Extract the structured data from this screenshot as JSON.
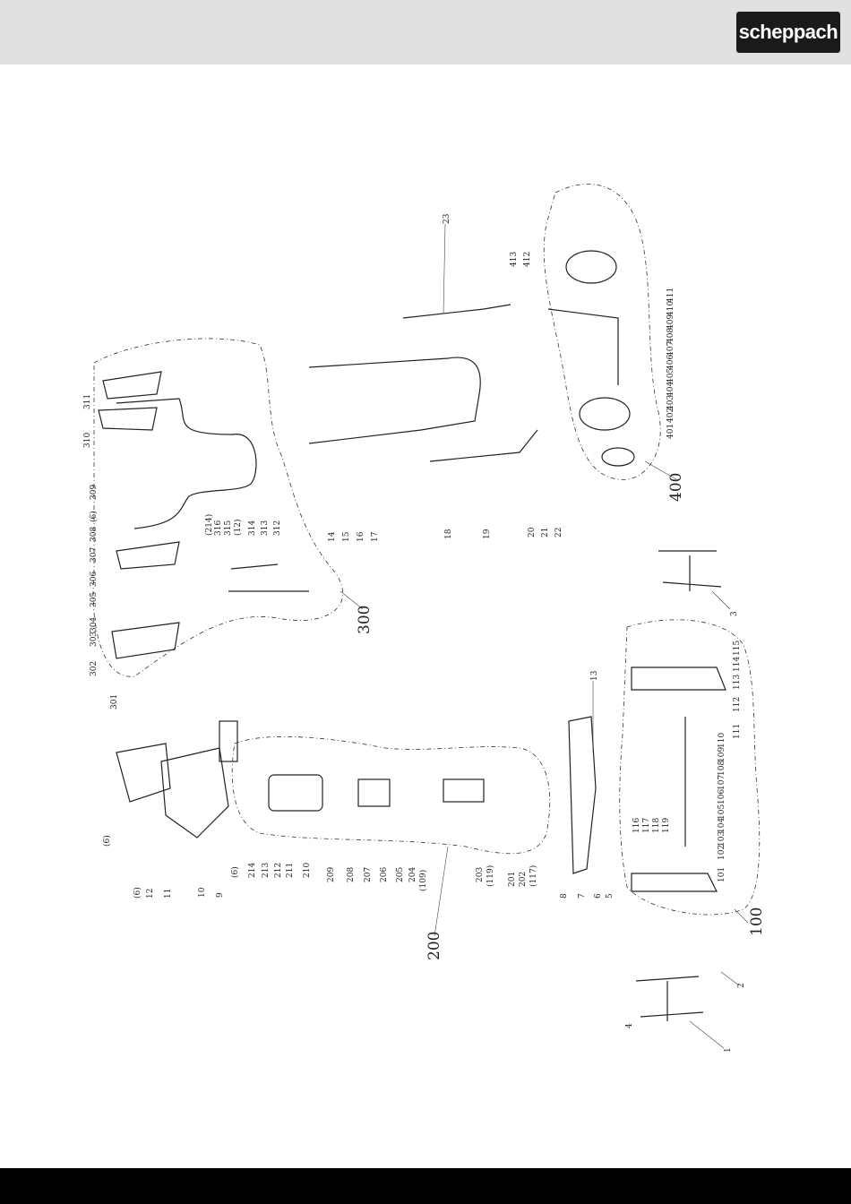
{
  "brand": {
    "logo_text": "scheppach"
  },
  "diagram": {
    "groups": {
      "g100": "100",
      "g200": "200",
      "g300": "300",
      "g400": "400"
    },
    "labels": {
      "p1": "1",
      "p2": "2",
      "p3": "3",
      "p4": "4",
      "p5": "5",
      "p6": "6",
      "p7": "7",
      "p8": "8",
      "p9": "9",
      "p10": "10",
      "p11": "11",
      "p12": "12",
      "p13": "13",
      "p14": "14",
      "p15": "15",
      "p16": "16",
      "p17": "17",
      "p18": "18",
      "p19": "19",
      "p20": "20",
      "p21": "21",
      "p22": "22",
      "p23": "23",
      "p6a": "(6)",
      "p6b": "(6)",
      "p6c": "(6)",
      "p6d": "(6)",
      "p101": "101",
      "p102": "102",
      "p103": "103",
      "p104": "104",
      "p105": "105",
      "p106": "106",
      "p107": "107",
      "p108": "108",
      "p109": "109",
      "p110": "110",
      "p111": "111",
      "p112": "112",
      "p113": "113",
      "p114": "114",
      "p115": "115",
      "p116": "116",
      "p117": "117",
      "p118": "118",
      "p119": "119",
      "p201": "201",
      "p202": "202",
      "p203": "203",
      "p204": "204",
      "p205": "205",
      "p206": "206",
      "p207": "207",
      "p208": "208",
      "p209": "209",
      "p210": "210",
      "p211": "211",
      "p212": "212",
      "p213": "213",
      "p214": "214",
      "p109b": "(109)",
      "p119b": "(119)",
      "p117b": "(117)",
      "p301": "301",
      "p302": "302",
      "p303": "303",
      "p304": "304",
      "p305": "305",
      "p306": "306",
      "p307": "307",
      "p308": "308",
      "p309": "309",
      "p310": "310",
      "p311": "311",
      "p312": "312",
      "p313": "313",
      "p314": "314",
      "p315": "315",
      "p316": "316",
      "p214b": "(214)",
      "p12b": "(12)",
      "p401": "401",
      "p402": "402",
      "p403": "403",
      "p404": "404",
      "p405": "405",
      "p406": "406",
      "p407": "407",
      "p408": "408",
      "p409": "409",
      "p410": "410",
      "p411": "411",
      "p412": "412",
      "p413": "413"
    }
  }
}
